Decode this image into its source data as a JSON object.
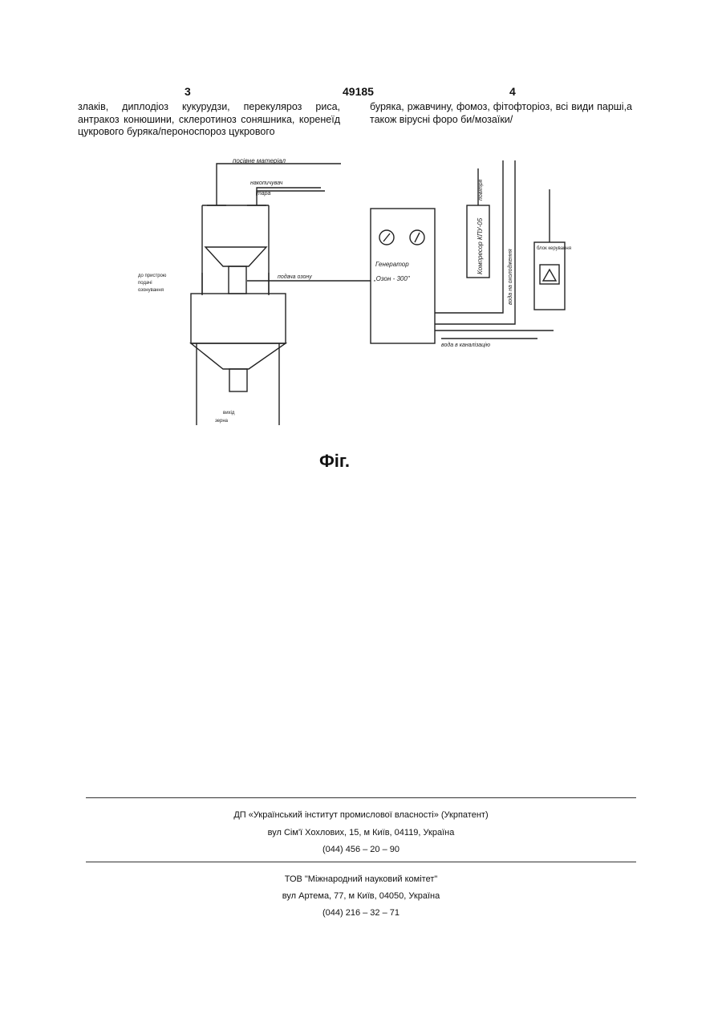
{
  "header": {
    "page_left": "3",
    "patent_number": "49185",
    "page_right": "4"
  },
  "text": {
    "col_left": "злаків, диплодіоз кукурудзи, перекуляроз риса, антракоз конюшини, склеротиноз соняшника, коренеїд цукрового буряка/пероноспороз цукрового",
    "col_right": "буряка, ржавчину, фомоз, фітофторіоз, всі види парші,а також вірусні форо би/мозаїки/"
  },
  "figure": {
    "caption": "Фіг.",
    "labels": {
      "top_inlet_1": "посівне матеріал",
      "top_inlet_2": "накопичувач",
      "top_inlet_3": "тара",
      "left_label_1": "до пристрою",
      "left_label_2": "подачі",
      "left_label_3": "озонування",
      "ozone_line": "подача озону",
      "generator_title": "Генератор",
      "generator_model": "„Озон - 300\"",
      "compressor": "Компресор КПУ-05",
      "air_label": "повітря",
      "cooling_water": "вода на охолодження",
      "water_drain": "вода в каналізацію",
      "control_block": "блок керування",
      "bottom_outlet_1": "вихід",
      "bottom_outlet_2": "зерна"
    }
  },
  "footer": {
    "org1_name": "ДП «Український інститут промислової власності» (Укрпатент)",
    "org1_address": "вул  Сім'ї Хохлових, 15, м  Київ, 04119, Україна",
    "org1_phone": "(044) 456 – 20 –  90",
    "org2_name": "ТОВ \"Міжнародний науковий комітет\"",
    "org2_address": "вул  Артема, 77, м  Київ, 04050, Україна",
    "org2_phone": "(044) 216 – 32 – 71"
  }
}
